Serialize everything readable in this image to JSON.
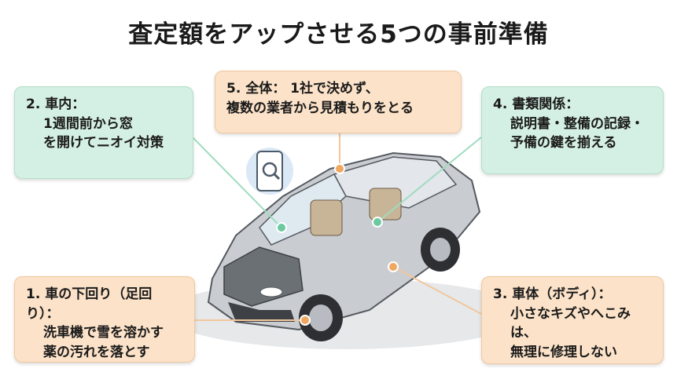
{
  "title": "査定額をアップさせる5つの事前準備",
  "callouts": {
    "interior": {
      "head": "2. 車内：",
      "lines": [
        "1週間前から窓",
        "を開けてニオイ対策"
      ]
    },
    "overall": {
      "head": "5. 全体： 1社で決めず、",
      "lines": [
        "複数の業者から見積もりをとる"
      ]
    },
    "documents": {
      "head": "4. 書類関係：",
      "lines": [
        "説明書・整備の記録・",
        "予備の鍵を揃える"
      ]
    },
    "underbody": {
      "head": "1. 車の下回り（足回り）：",
      "lines": [
        "洗車機で雪を溶かす",
        "薬の汚れを落とす"
      ]
    },
    "body": {
      "head": "3. 車体（ボディ）：",
      "lines": [
        "小さなキズやへこみは、",
        "無理に修理しない"
      ]
    }
  },
  "colors": {
    "green_box": "#d4efe3",
    "orange_box": "#fbe2c8",
    "green_dot": "#6cc9a0",
    "orange_dot": "#f0a860",
    "car_silver": "#c9ccd0"
  },
  "icons": [
    "smartphone-search-icon"
  ]
}
